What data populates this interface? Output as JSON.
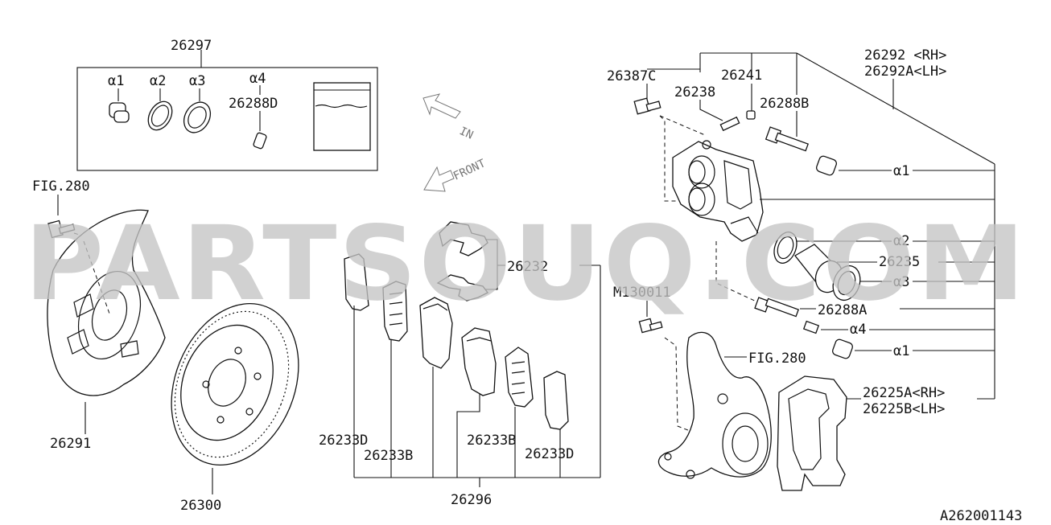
{
  "labels": {
    "kit_26297": "26297",
    "kit_a1": "α1",
    "kit_a2": "α2",
    "kit_a3": "α3",
    "kit_a4": "α4",
    "kit_26288D": "26288D",
    "fig280_top": "FIG.280",
    "backing_26291": "26291",
    "rotor_26300": "26300",
    "pad_26232": "26232",
    "pad_26233D_left": "26233D",
    "pad_26233B_left": "26233B",
    "pad_26233B_right": "26233B",
    "pad_26233D_right": "26233D",
    "pad_26296": "26296",
    "caliper_26387C": "26387C",
    "caliper_26238": "26238",
    "caliper_26241": "26241",
    "caliper_26288B": "26288B",
    "caliper_26292_rh": "26292 <RH>",
    "caliper_26292A_lh": "26292A<LH>",
    "caliper_a1_top": "α1",
    "caliper_a2": "α2",
    "caliper_26235": "26235",
    "caliper_a3": "α3",
    "caliper_26288A": "26288A",
    "caliper_a4": "α4",
    "caliper_a1_bottom": "α1",
    "bolt_M130011": "M130011",
    "fig280_knuckle": "FIG.280",
    "support_26225A_rh": "26225A<RH>",
    "support_26225B_lh": "26225B<LH>",
    "dir_in": "IN",
    "dir_front": "FRONT",
    "diagram_id": "A262001143"
  },
  "watermark": "PARTSOUQ.COM"
}
